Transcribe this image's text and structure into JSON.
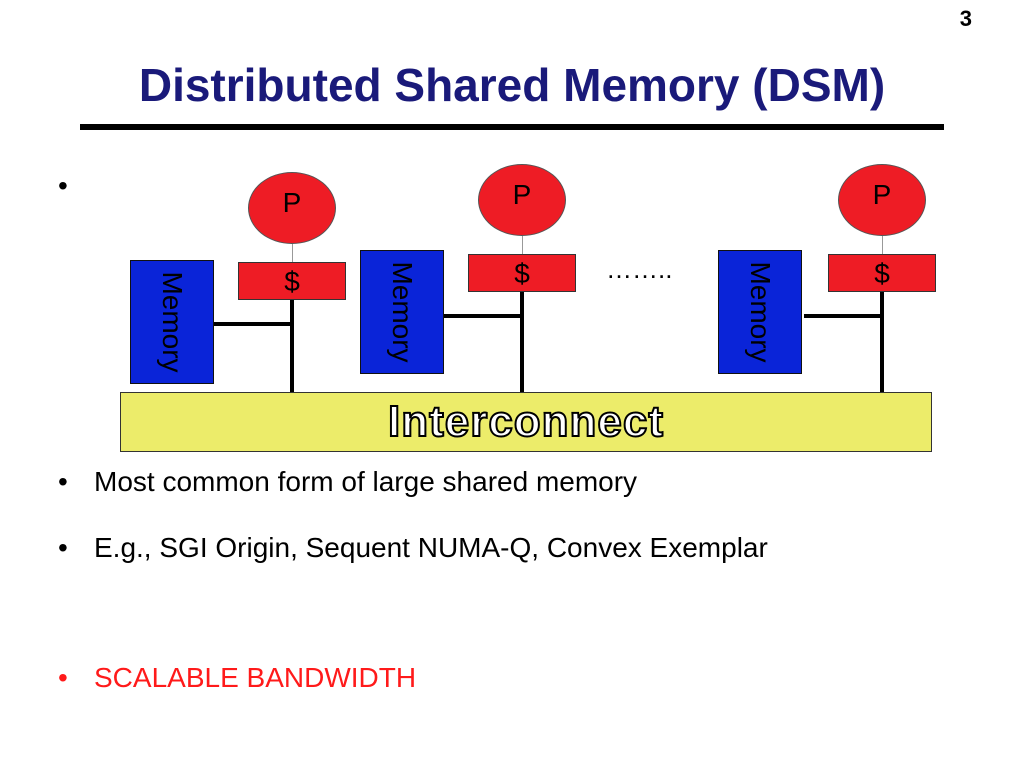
{
  "page_number": "3",
  "title": "Distributed Shared Memory (DSM)",
  "diagram": {
    "processor_label": "P",
    "cache_label": "$",
    "memory_label": "Memory",
    "interconnect_label": "Interconnect",
    "ellipsis": "……..",
    "colors": {
      "processor": "#ee1c25",
      "cache": "#ee1c25",
      "memory": "#0a24d8",
      "interconnect": "#ecec6a"
    }
  },
  "bullets": [
    {
      "text": "",
      "color": "black"
    },
    {
      "text": "Most common form of large shared memory",
      "color": "black"
    },
    {
      "text": "E.g., SGI Origin, Sequent NUMA-Q, Convex Exemplar",
      "color": "black"
    },
    {
      "text": "SCALABLE BANDWIDTH",
      "color": "red"
    }
  ]
}
